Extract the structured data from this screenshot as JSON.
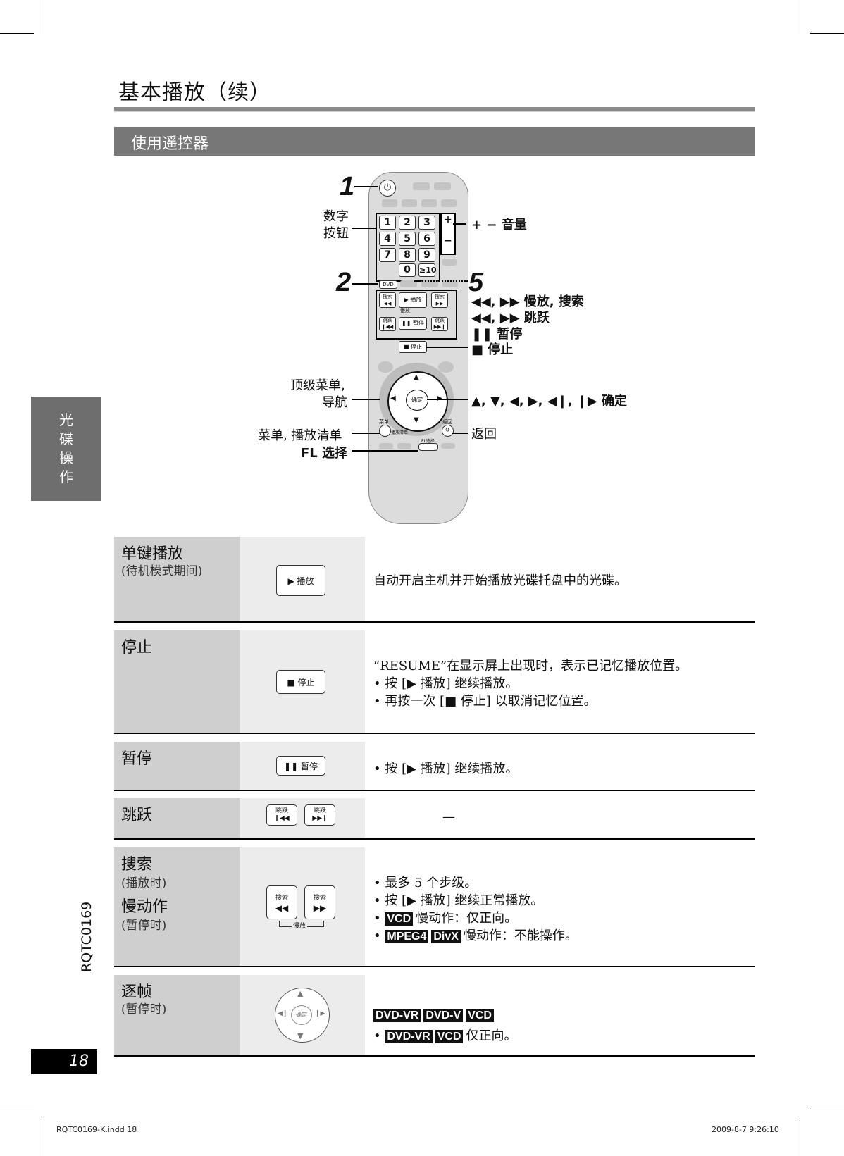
{
  "page": {
    "title": "基本播放（续）",
    "section": "使用遥控器",
    "side_tab": [
      "光",
      "碟",
      "操",
      "作"
    ],
    "doc_code": "RQTC0169",
    "page_number": "18",
    "footer_left": "RQTC0169-K.indd   18",
    "footer_right": "2009-8-7   9:26:10"
  },
  "remote_labels": {
    "num1": "1",
    "num2": "2",
    "num5": "5",
    "digit_line1": "数字",
    "digit_line2": "按钮",
    "volume": "+ − 音量",
    "slow_search": "◀◀, ▶▶ 慢放, 搜索",
    "skip": "◀◀, ▶▶ 跳跃",
    "pause": "❚❚ 暂停",
    "stop": "■ 停止",
    "top_menu_line1": "顶级菜单,",
    "top_menu_line2": "导航",
    "cursor": "▲, ▼, ◀, ▶, ◀❙, ❙▶ 确定",
    "return": "返回",
    "menu_playlist": "菜单, 播放清单",
    "fl_select": "FL 选择"
  },
  "remote_keys": {
    "digits": [
      "1",
      "2",
      "3",
      "4",
      "5",
      "6",
      "7",
      "8",
      "9",
      "0",
      "≥10"
    ],
    "dvd": "DVD",
    "play": "▶ 播放",
    "pause": "❚❚ 暂停",
    "stop": "■ 停止",
    "search": "搜索",
    "skip": "跳跃",
    "slow": "慢放",
    "enter": "确定",
    "menu": "菜单",
    "playlist": "播放清单",
    "return": "返回",
    "fl": "FL选择"
  },
  "rows": [
    {
      "title": "单键播放",
      "subtitle": "(待机模式期间)",
      "button": "▶ 播放",
      "lines": [
        "自动开启主机并开始播放光碟托盘中的光碟。"
      ]
    },
    {
      "title": "停止",
      "subtitle": "",
      "button": "■ 停止",
      "lines": [
        "“RESUME”在显示屏上出现时，表示已记忆播放位置。",
        "• 按 [▶ 播放] 继续播放。",
        "• 再按一次 [■ 停止] 以取消记忆位置。"
      ]
    },
    {
      "title": "暂停",
      "subtitle": "",
      "button": "❚❚ 暂停",
      "lines": [
        "• 按 [▶ 播放] 继续播放。"
      ]
    },
    {
      "title": "跳跃",
      "subtitle": "",
      "button": "跳跃",
      "lines": [
        "—"
      ]
    },
    {
      "title": "搜索",
      "subtitle": "(播放时)",
      "title2": "慢动作",
      "subtitle2": "(暂停时)",
      "button": "搜索",
      "button_extra": "慢放",
      "lines": [
        "• 最多 5 个步级。",
        "• 按 [▶ 播放] 继续正常播放。",
        "慢动作：仅正向。",
        "慢动作：不能操作。"
      ],
      "tags": [
        "VCD",
        "MPEG4",
        "DivX"
      ]
    },
    {
      "title": "逐帧",
      "subtitle": "(暂停时)",
      "button": "确定",
      "tags_line1": [
        "DVD-VR",
        "DVD-V",
        "VCD"
      ],
      "tags_line2": [
        "DVD-VR",
        "VCD"
      ],
      "lines": [
        "仅正向。"
      ]
    }
  ]
}
